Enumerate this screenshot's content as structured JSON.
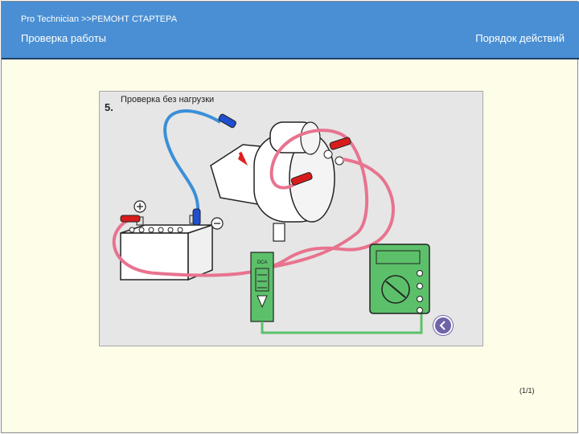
{
  "header": {
    "breadcrumb": "Pro  Technician >>РЕМОНТ СТАРТЕРА",
    "section_title": "Проверка работы",
    "procedure_link": "Порядок действий"
  },
  "step": {
    "number": "5.",
    "caption": "Проверка без нагрузки",
    "meter_label": "DCA"
  },
  "icons": {
    "back": "chevron-left-icon",
    "plus": "plus-icon",
    "minus": "minus-icon"
  },
  "pagination": {
    "counter": "(1/1)"
  },
  "colors": {
    "header": "#4a8fd3",
    "background": "#fdfde8",
    "cable_red": "#e8738f",
    "cable_blue": "#3b8fd8",
    "meter_green": "#5cc06a",
    "back_button": "#6f63a8"
  }
}
